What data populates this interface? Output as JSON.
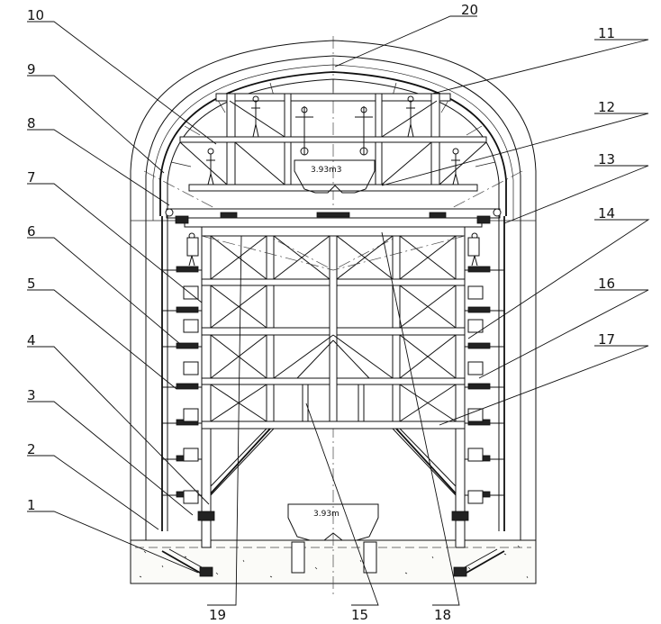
{
  "diagram": {
    "callouts": [
      "1",
      "2",
      "3",
      "4",
      "5",
      "6",
      "7",
      "8",
      "9",
      "10",
      "11",
      "12",
      "13",
      "14",
      "15",
      "16",
      "17",
      "18",
      "19",
      "20"
    ],
    "volumes": {
      "upper_hopper": "3.93m3",
      "lower_hopper": "3.93m"
    }
  }
}
